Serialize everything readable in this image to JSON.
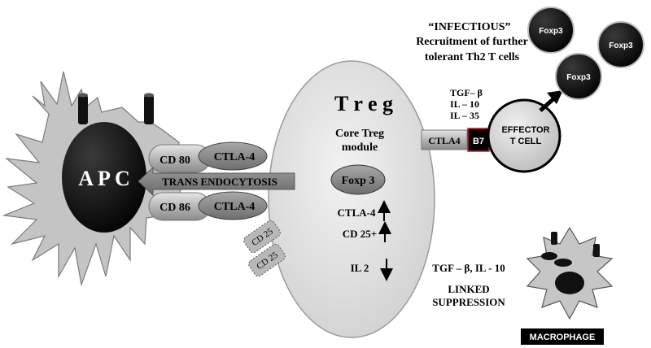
{
  "apc": {
    "label": "A P C"
  },
  "receptors": {
    "cd80": "CD 80",
    "cd86": "CD 86",
    "ctla4_top": "CTLA-4",
    "ctla4_bottom": "CTLA-4",
    "trans_endocytosis": "TRANS ENDOCYTOSIS"
  },
  "treg": {
    "title": "T r e g",
    "core_line1": "Core Treg",
    "core_line2": "module",
    "foxp3": "Foxp 3",
    "ctla4": "CTLA-4",
    "cd25plus": "CD 25+",
    "il2": "IL 2"
  },
  "cd25_tags": [
    "CD 25",
    "CD 25"
  ],
  "infectious": {
    "line1": "“INFECTIOUS”",
    "line2": "Recruitment of further",
    "line3": "tolerant Th2 T cells"
  },
  "cytokines": [
    "TGF– β",
    "IL – 10",
    "IL – 35"
  ],
  "effector": {
    "ctla4": "CTLA4",
    "b7": "B7",
    "line1": "EFFECTOR",
    "line2": "T CELL"
  },
  "foxp3_cells": [
    "Foxp3",
    "Foxp3",
    "Foxp3"
  ],
  "linked": {
    "cytokines": "TGF – β, IL - 10",
    "line1": "LINKED",
    "line2": "SUPPRESSION"
  },
  "macrophage": {
    "label": "MACROPHAGE"
  },
  "colors": {
    "cell_gray": "#c4c4c4",
    "treg_fill": "#e4e4e4",
    "dark": "#000000",
    "receptor_gray": "#9a9a9a",
    "b7_border": "#d02020"
  }
}
